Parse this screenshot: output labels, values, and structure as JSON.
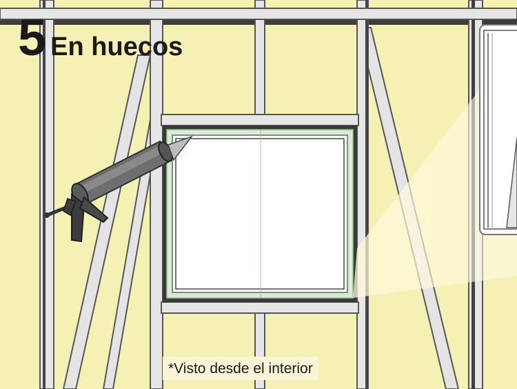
{
  "step": {
    "number": "5",
    "title": "En huecos"
  },
  "note": "*Visto desde el interior",
  "colors": {
    "background": "#f5f0b3",
    "stud_fill": "#e6e6e6",
    "stud_outline": "#555555",
    "dark_frame": "#3a3a3a",
    "seal_green": "#d7edd2",
    "glass": "#ffffff",
    "gun_body": "#6d6d6d",
    "gun_dark": "#3c3c3c"
  },
  "icons": [
    "caulking-gun-icon",
    "magnifier-callout"
  ]
}
